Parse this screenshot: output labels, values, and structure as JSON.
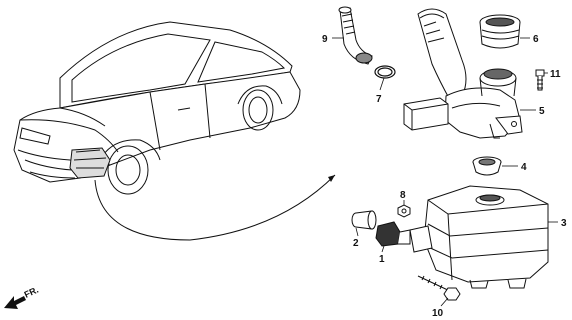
{
  "callouts": {
    "c1": "1",
    "c2": "2",
    "c3": "3",
    "c4": "4",
    "c5": "5",
    "c6": "6",
    "c7": "7",
    "c8": "8",
    "c9": "9",
    "c10": "10",
    "c11": "11"
  },
  "direction_label": "FR."
}
